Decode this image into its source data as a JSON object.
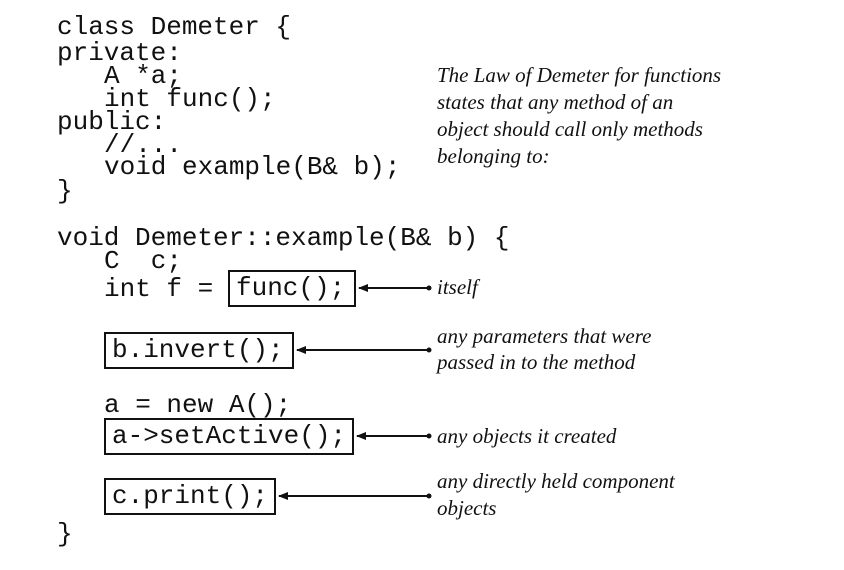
{
  "class_decl": {
    "line1": "class Demeter {",
    "line2": "private:",
    "line3": "A *a;",
    "line4": "int func();",
    "line5": "public:",
    "line6": "//...",
    "line7": "void example(B& b);",
    "line8": "}"
  },
  "method_def": {
    "header": "void Demeter::example(B& b) {",
    "local_decl": "C  c;",
    "int_decl_prefix": "int f =",
    "call_func": "func();",
    "call_invert": "b.invert();",
    "new_a": "a = new A();",
    "call_set_active": "a->setActive();",
    "call_print": "c.print();",
    "closing": "}"
  },
  "annotations": {
    "intro": [
      "The Law of Demeter for functions",
      "states that any method of an",
      "object should call only methods",
      "belonging to:"
    ],
    "itself": "itself",
    "parameters": [
      "any parameters that were",
      "passed in to the method"
    ],
    "created": "any objects it created",
    "components": [
      "any directly held component",
      "objects"
    ]
  }
}
